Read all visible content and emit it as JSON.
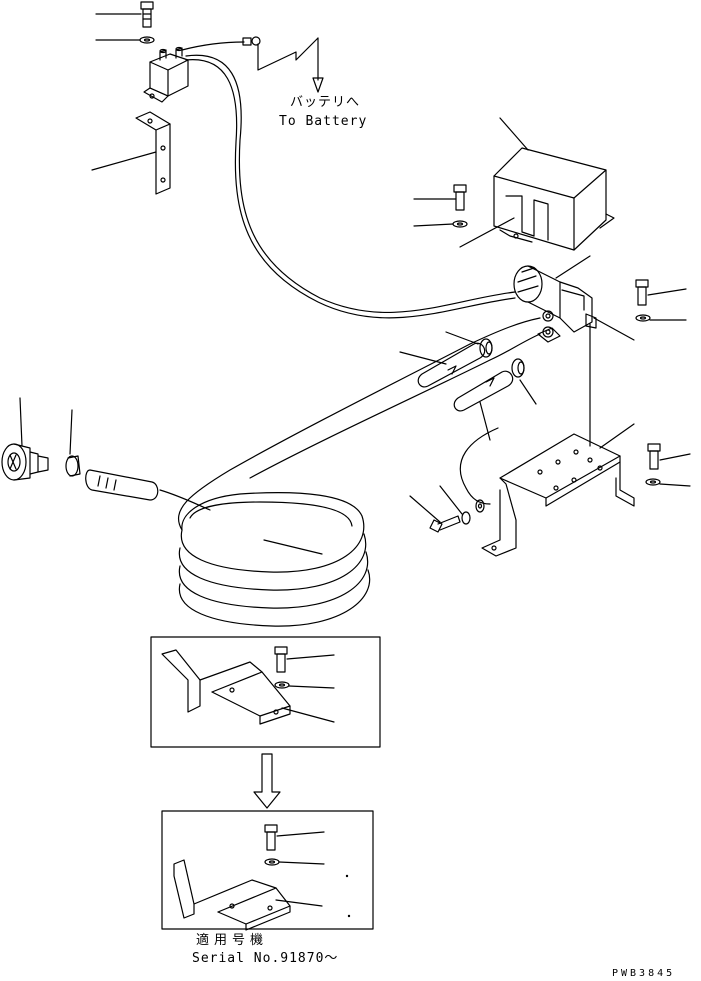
{
  "battery_label": {
    "japanese": "バッテリへ",
    "english": "To Battery"
  },
  "serial_note": {
    "japanese": "適用号機",
    "english": "Serial No.91870〜"
  },
  "drawing_code": "PWB3845",
  "colors": {
    "line": "#000000",
    "background": "#ffffff"
  }
}
